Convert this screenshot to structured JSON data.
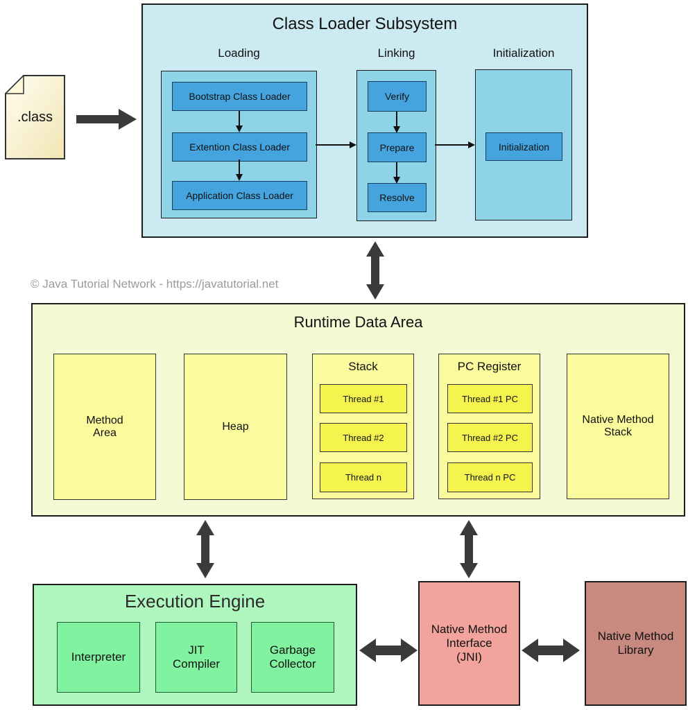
{
  "colors": {
    "class_loader_bg": "#cbeaf1",
    "column_bg": "#8fd3e8",
    "loader_box": "#45a4de",
    "runtime_bg": "#f4fad4",
    "runtime_box": "#fbfb9d",
    "thread_box": "#f5f44e",
    "engine_bg": "#b0f6bf",
    "engine_box": "#81f2a0",
    "jni_box": "#f2a49c",
    "library_box": "#c8897f",
    "document_fill": "#f8efc8",
    "arrow": "#3a3a3a"
  },
  "class_file": {
    "label": ".class"
  },
  "copyright": "© Java Tutorial Network - https://javatutorial.net",
  "class_loader": {
    "title": "Class Loader Subsystem",
    "loading": {
      "label": "Loading",
      "boxes": [
        "Bootstrap Class Loader",
        "Extention Class Loader",
        "Application Class Loader"
      ]
    },
    "linking": {
      "label": "Linking",
      "boxes": [
        "Verify",
        "Prepare",
        "Resolve"
      ]
    },
    "initialization": {
      "label": "Initialization",
      "boxes": [
        "Initialization"
      ]
    }
  },
  "runtime_data_area": {
    "title": "Runtime Data Area",
    "method_area": "Method\nArea",
    "heap": "Heap",
    "stack": {
      "title": "Stack",
      "threads": [
        "Thread #1",
        "Thread #2",
        "Thread n"
      ]
    },
    "pc_register": {
      "title": "PC Register",
      "threads": [
        "Thread #1 PC",
        "Thread #2 PC",
        "Thread n PC"
      ]
    },
    "native_method_stack": "Native Method\nStack"
  },
  "execution_engine": {
    "title": "Execution Engine",
    "boxes": [
      "Interpreter",
      "JIT\nCompiler",
      "Garbage\nCollector"
    ]
  },
  "native_method_interface": {
    "label": "Native Method\nInterface\n(JNI)"
  },
  "native_method_library": {
    "label": "Native Method\nLibrary"
  }
}
